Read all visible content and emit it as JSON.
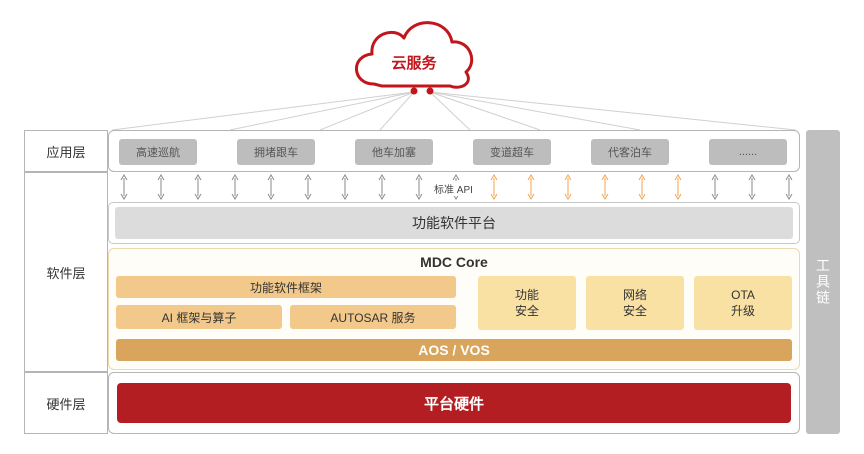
{
  "cloud": {
    "label": "云服务"
  },
  "layers": {
    "application": "应用层",
    "software": "软件层",
    "hardware": "硬件层"
  },
  "apps": [
    "高速巡航",
    "拥堵跟车",
    "他车加塞",
    "变道超车",
    "代客泊车",
    "......"
  ],
  "api_label": "标准 API",
  "platform": "功能软件平台",
  "mdc": {
    "title": "MDC Core",
    "framework": "功能软件框架",
    "ai": "AI 框架与算子",
    "autosar": "AUTOSAR 服务",
    "func_safety": [
      "功能",
      "安全"
    ],
    "net_safety": [
      "网络",
      "安全"
    ],
    "ota": [
      "OTA",
      "升级"
    ],
    "aos": "AOS / VOS"
  },
  "hardware": "平台硬件",
  "toolchain": "工具链",
  "colors": {
    "brand_red": "#c0161c",
    "hardware_red": "#b31e22",
    "tan": "#f2c98b",
    "yellow": "#f9e1a4",
    "aos": "#d9a45c",
    "grey": "#bdbdbd",
    "arrow_grey": "#8a8a8a",
    "arrow_orange": "#f0a64a"
  }
}
